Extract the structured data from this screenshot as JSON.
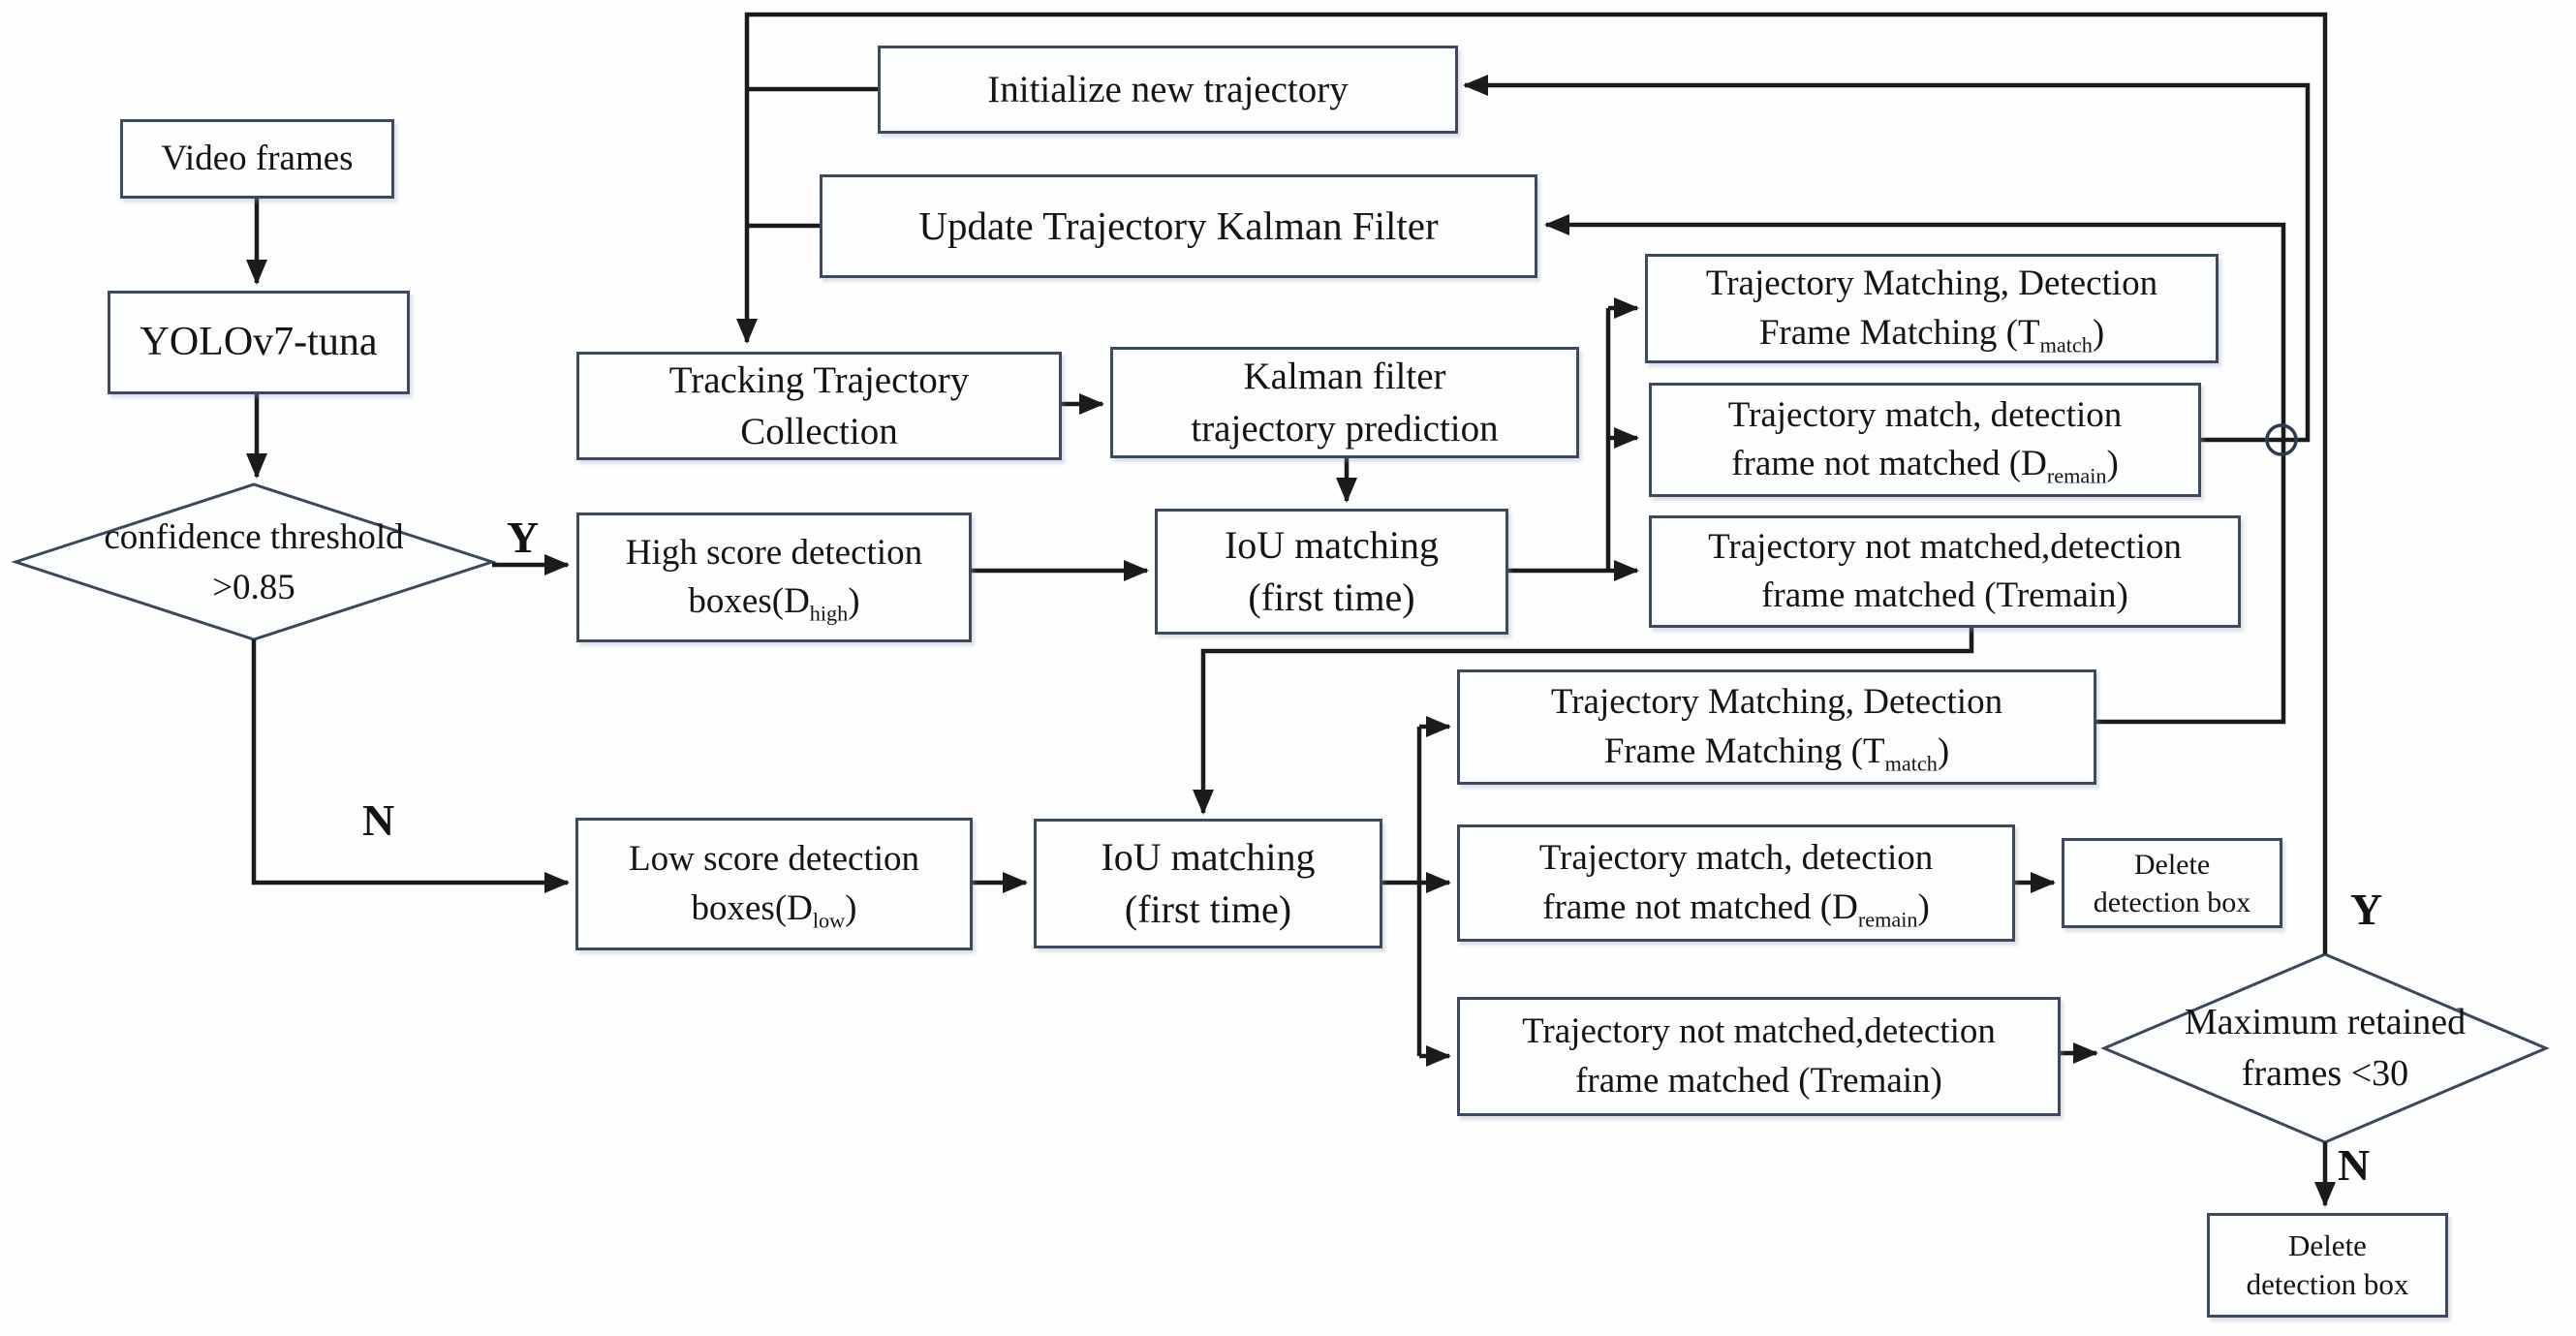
{
  "colors": {
    "background": "#fefefe",
    "wire": "#1b1b1b",
    "box_border": "#3d4961",
    "box_fill": "#fcfdff",
    "text": "#141414"
  },
  "nodes": {
    "video": {
      "label": "Video frames"
    },
    "yolo": {
      "label": "YOLOv7-tuna"
    },
    "confidence": {
      "line1": "confidence threshold",
      "line2": ">0.85"
    },
    "init": {
      "label": "Initialize new trajectory"
    },
    "update": {
      "label": "Update Trajectory Kalman Filter"
    },
    "tracking": {
      "line1": "Tracking Trajectory",
      "line2": "Collection"
    },
    "kalman": {
      "line1": "Kalman filter",
      "line2": "trajectory prediction"
    },
    "high": {
      "line1": "High score detection",
      "pre": "boxes(D",
      "sub": "high",
      "post": ")"
    },
    "low": {
      "line1": "Low score detection",
      "pre": "boxes(D",
      "sub": "low",
      "post": ")"
    },
    "iou1": {
      "line1": "IoU matching",
      "line2": "(first time)"
    },
    "iou2": {
      "line1": "IoU matching",
      "line2": "(first time)"
    },
    "tmatch1": {
      "line1": "Trajectory Matching, Detection",
      "pre": "Frame Matching (T",
      "sub": "match",
      "post": ")"
    },
    "dremain1": {
      "line1": "Trajectory match, detection",
      "pre": "frame not matched (D",
      "sub": "remain",
      "post": ")"
    },
    "tremain1": {
      "line1": "Trajectory not matched,detection",
      "line2": "frame matched (Tremain)"
    },
    "tmatch2": {
      "line1": "Trajectory Matching, Detection",
      "pre": "Frame Matching (T",
      "sub": "match",
      "post": ")"
    },
    "dremain2": {
      "line1": "Trajectory match, detection",
      "pre": "frame not matched (D",
      "sub": "remain",
      "post": ")"
    },
    "tremain2": {
      "line1": "Trajectory not matched,detection",
      "line2": "frame matched (Tremain)"
    },
    "delete1": {
      "line1": "Delete",
      "line2": "detection box"
    },
    "maxframes": {
      "line1": "Maximum retained",
      "line2": "frames <30"
    },
    "delete2": {
      "line1": "Delete",
      "line2": "detection box"
    }
  },
  "labels": {
    "yes_high": "Y",
    "no_low": "N",
    "yes_loop": "Y",
    "no_delete": "N"
  }
}
